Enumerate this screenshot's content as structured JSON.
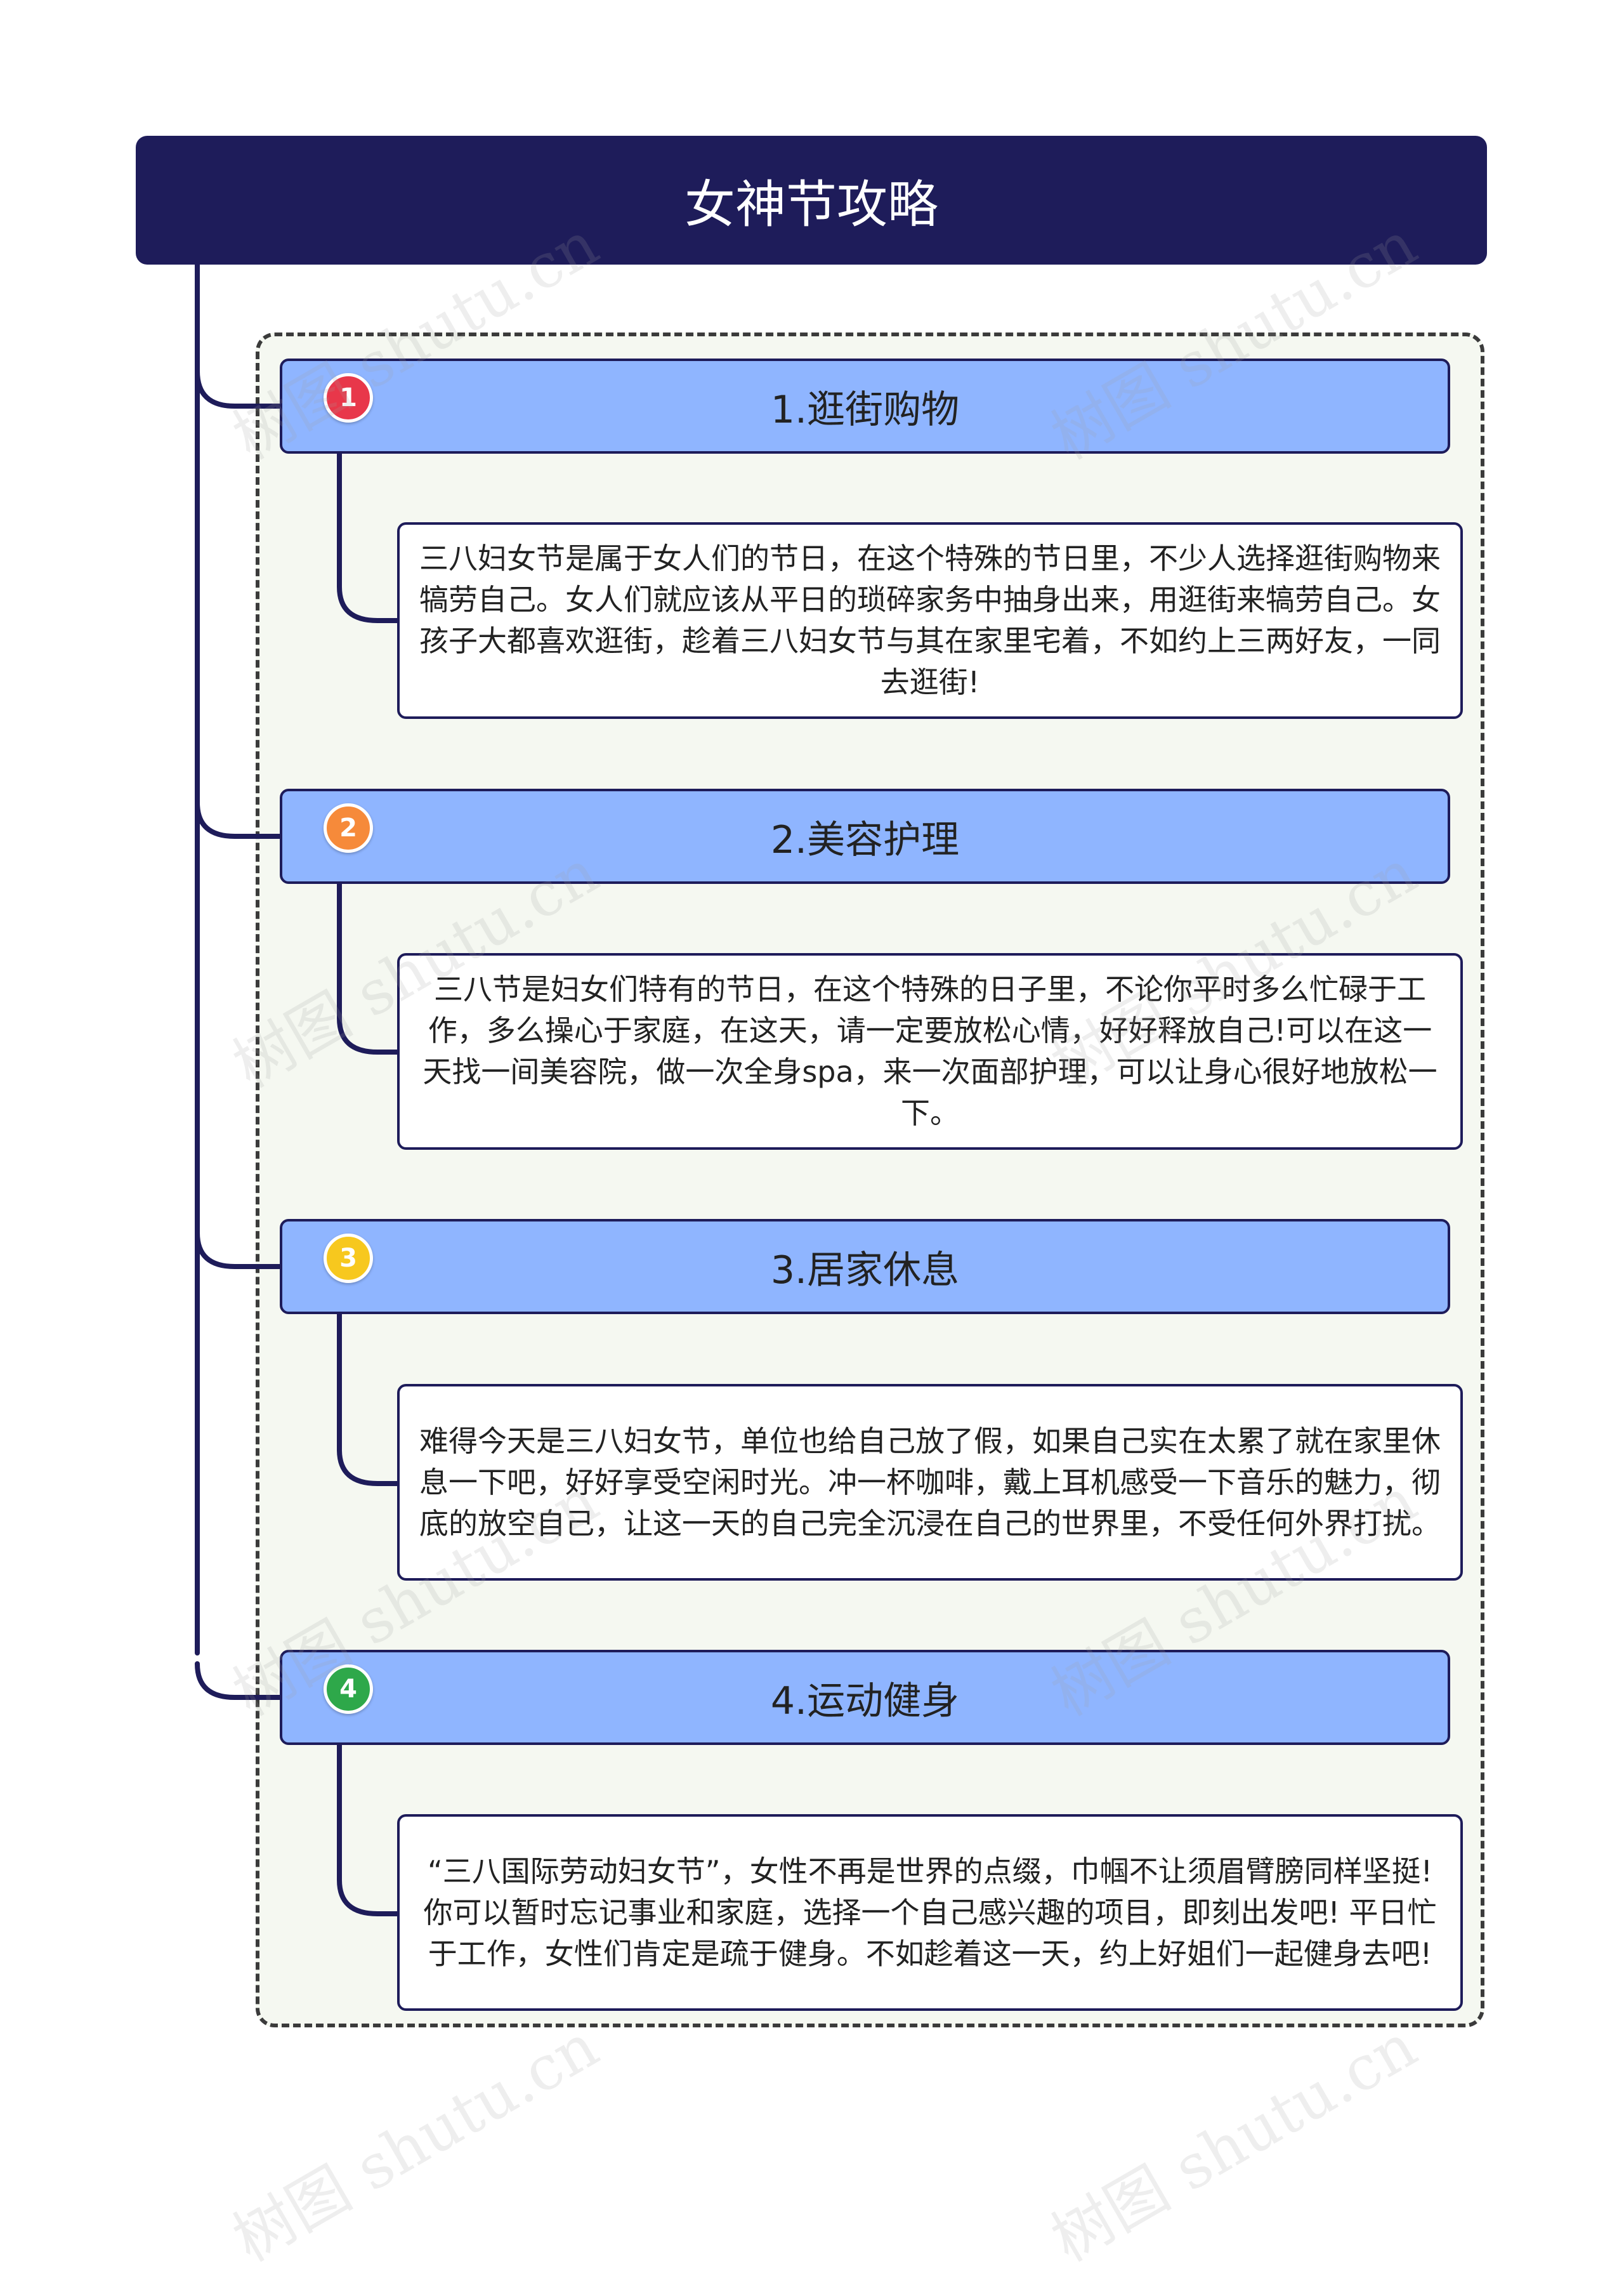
{
  "title": "女神节攻略",
  "colors": {
    "title_bg": "#1e1c5a",
    "topic_bg": "#8fb5ff",
    "line": "#1e1c5a",
    "frame_bg": "#f5f8f1"
  },
  "watermark": "树图 shutu.cn",
  "topics": [
    {
      "number": "1",
      "badge_color": "#e8374a",
      "label": "1.逛街购物",
      "text": "三八妇女节是属于女人们的节日，在这个特殊的节日里，不少人选择逛街购物来犒劳自己。女人们就应该从平日的琐碎家务中抽身出来，用逛街来犒劳自己。女孩子大都喜欢逛街，趁着三八妇女节与其在家里宅着，不如约上三两好友，一同去逛街!"
    },
    {
      "number": "2",
      "badge_color": "#f68a3a",
      "label": "2.美容护理",
      "text": "三八节是妇女们特有的节日，在这个特殊的日子里，不论你平时多么忙碌于工作，多么操心于家庭，在这天，请一定要放松心情，好好释放自己!可以在这一天找一间美容院，做一次全身spa，来一次面部护理，可以让身心很好地放松一下。"
    },
    {
      "number": "3",
      "badge_color": "#f7c81e",
      "label": "3.居家休息",
      "text": "难得今天是三八妇女节，单位也给自己放了假，如果自己实在太累了就在家里休息一下吧，好好享受空闲时光。冲一杯咖啡，戴上耳机感受一下音乐的魅力，彻底的放空自己，让这一天的自己完全沉浸在自己的世界里，不受任何外界打扰。"
    },
    {
      "number": "4",
      "badge_color": "#2ea84a",
      "label": "4.运动健身",
      "text": "“三八国际劳动妇女节”，女性不再是世界的点缀，巾帼不让须眉臂膀同样坚挺! 你可以暂时忘记事业和家庭，选择一个自己感兴趣的项目，即刻出发吧! 平日忙于工作，女性们肯定是疏于健身。不如趁着这一天，约上好姐们一起健身去吧!"
    }
  ]
}
